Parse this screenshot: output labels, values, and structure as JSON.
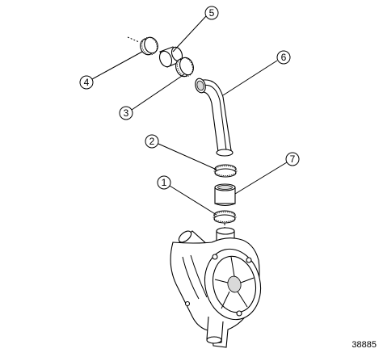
{
  "figure": {
    "number": "38885",
    "callouts": [
      {
        "id": "1",
        "label": "1"
      },
      {
        "id": "2",
        "label": "2"
      },
      {
        "id": "3",
        "label": "3"
      },
      {
        "id": "4",
        "label": "4"
      },
      {
        "id": "5",
        "label": "5"
      },
      {
        "id": "6",
        "label": "6"
      },
      {
        "id": "7",
        "label": "7"
      }
    ]
  }
}
